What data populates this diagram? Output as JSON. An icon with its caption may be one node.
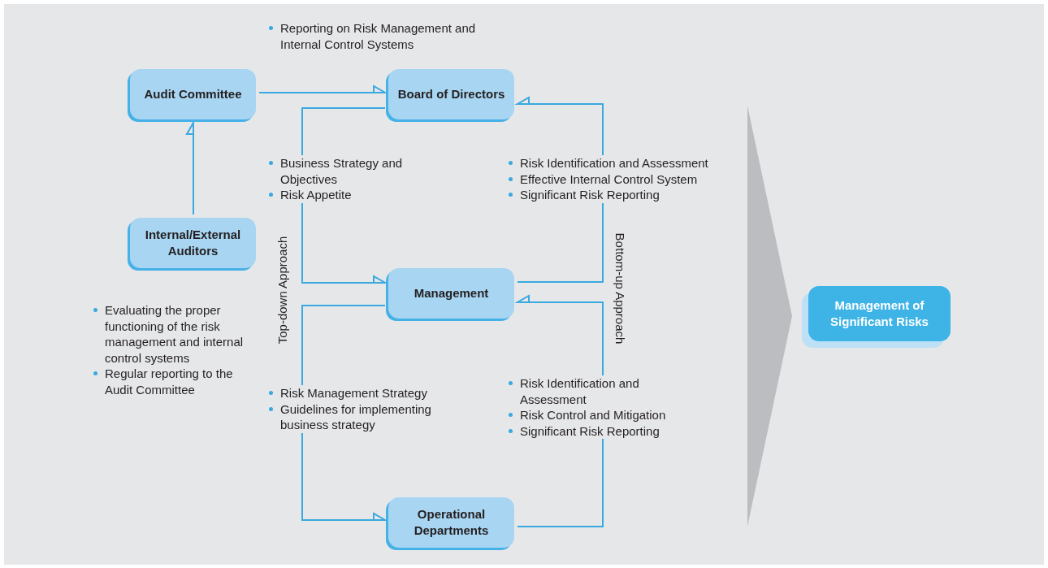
{
  "diagram": {
    "nodes": [
      {
        "text": [
          "Audit Committee"
        ]
      },
      {
        "text": [
          "Board of Directors"
        ]
      },
      {
        "text": [
          "Internal/External Auditors"
        ]
      },
      {
        "text": [
          "Management"
        ]
      },
      {
        "text": [
          "Operational Departments"
        ]
      },
      {
        "text": [],
        "shape": "chevron"
      },
      {
        "text": [
          "Management of Significant Risks"
        ]
      }
    ],
    "edges": [
      {
        "from": 0,
        "to": 1,
        "arrow": "to"
      },
      {
        "from": 2,
        "to": 0,
        "arrow": "to"
      },
      {
        "from": 1,
        "to": 3,
        "arrow": "to"
      },
      {
        "from": 3,
        "to": 4,
        "arrow": "to"
      },
      {
        "from": 4,
        "to": 3,
        "arrow": "to"
      },
      {
        "from": 3,
        "to": 1,
        "arrow": "to"
      }
    ],
    "labels": [
      "Reporting on Risk Management and Internal Control Systems",
      "Business Strategy and Objectives",
      "Risk Appetite",
      "Risk Identification and Assessment",
      "Effective Internal Control System",
      "Significant Risk Reporting",
      "Top-down Approach",
      "Bottom-up Approach",
      "Evaluating the proper functioning of the risk management and internal control systems",
      "Regular reporting to the Audit Committee",
      "Risk Management Strategy",
      "Guidelines for implementing business strategy",
      "Risk Identification and Assessment",
      "Risk Control and Mitigation",
      "Significant Risk Reporting"
    ]
  }
}
